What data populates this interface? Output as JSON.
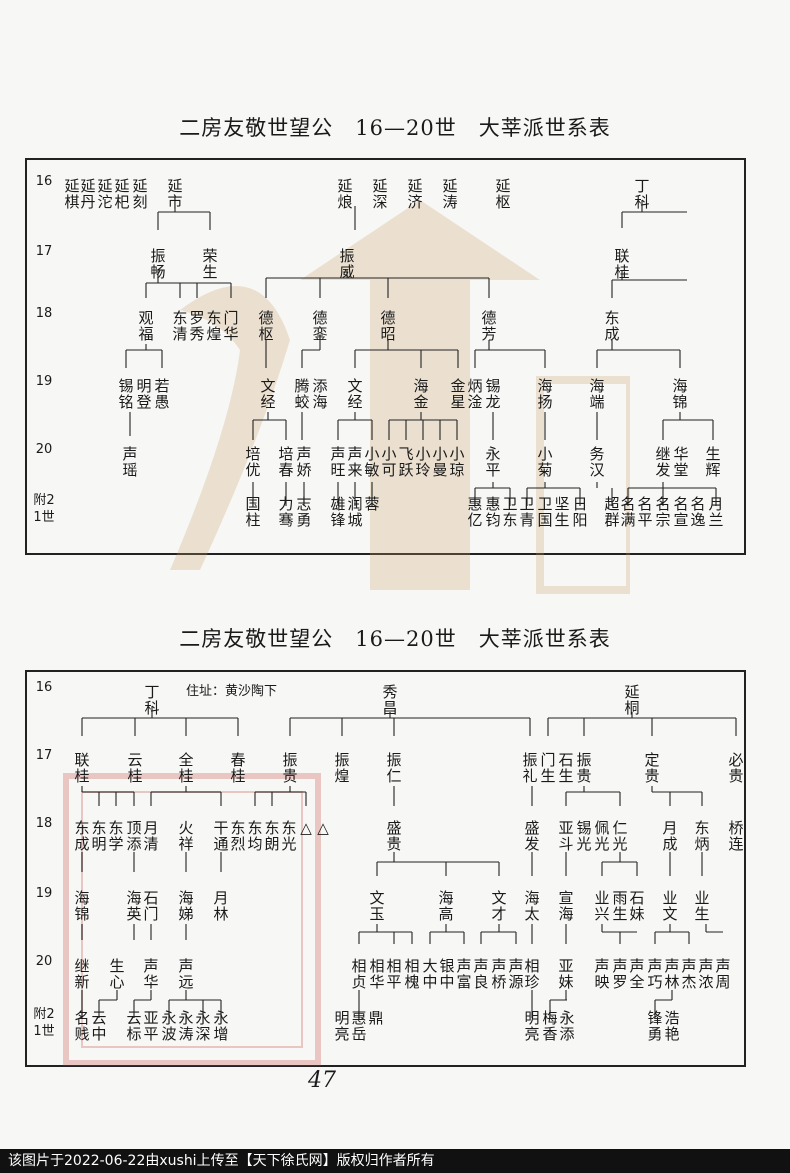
{
  "page": {
    "title_top": "二房友敬世望公　16—20世　大莘派世系表",
    "title_bottom": "二房友敬世望公　16—20世　大莘派世系表",
    "page_number": "47",
    "footer": "该图片于2022-06-22由xushi上传至【天下徐氏网】版权归作者所有",
    "watermark_text": "天下徐氏"
  },
  "table1": {
    "generations": [
      "16",
      "17",
      "18",
      "19",
      "20",
      "附21世"
    ],
    "names": [
      "延棋",
      "延丹",
      "延沱",
      "延𣏌",
      "延刻",
      "延市",
      "延烺",
      "延深",
      "延济",
      "延涛",
      "延枢",
      "丁科",
      "振畅",
      "荣生",
      "振威",
      "联桂",
      "观福",
      "东清",
      "罗秀",
      "东煌",
      "门华",
      "德枢",
      "德銮",
      "德昭",
      "德芳",
      "东成",
      "锡铭",
      "明登",
      "若愚",
      "文经",
      "腾蛟",
      "添海",
      "文经",
      "海金",
      "金星",
      "炳淦",
      "锡龙",
      "海扬",
      "海端",
      "海锦",
      "声瑶",
      "培优",
      "培春",
      "声娇",
      "声旺",
      "声来",
      "小敏",
      "小可",
      "飞跃",
      "小玲",
      "小曼",
      "小琼",
      "永平",
      "小菊",
      "务汉",
      "继发",
      "华堂",
      "生辉",
      "国柱",
      "力骞",
      "志勇",
      "雄锋",
      "润城",
      "蓉",
      "惠亿",
      "惠钧",
      "卫东",
      "卫青",
      "卫国",
      "坚生",
      "日阳",
      "超群",
      "名满",
      "名平",
      "名宗",
      "名宣",
      "名逸",
      "月兰"
    ]
  },
  "table2": {
    "generations": [
      "16",
      "17",
      "18",
      "19",
      "20",
      "附21世"
    ],
    "address": "住址：黄沙陶下",
    "names": [
      "丁科",
      "秀昌",
      "延桐",
      "联桂",
      "云桂",
      "全桂",
      "春桂",
      "振贵",
      "振煌",
      "振仁",
      "振礼",
      "门生",
      "石生",
      "振贵",
      "定贵",
      "必贵",
      "东成",
      "东明",
      "东学",
      "顶添",
      "月清",
      "火祥",
      "干通",
      "东烈",
      "东均",
      "东朗",
      "东光",
      "△",
      "△",
      "盛贵",
      "盛发",
      "亚斗",
      "锡光",
      "佩光",
      "仁光",
      "月成",
      "东炳",
      "桥连",
      "海锦",
      "海英",
      "石门",
      "海娣",
      "月林",
      "文玉",
      "海高",
      "文才",
      "海太",
      "宣海",
      "业兴",
      "雨生",
      "石妹",
      "业文",
      "业生",
      "继新",
      "生心",
      "声华",
      "声远",
      "相贞",
      "相华",
      "相平",
      "相槐",
      "大中",
      "银中",
      "声富",
      "声良",
      "声桥",
      "声源",
      "相珍",
      "亚妹",
      "声映",
      "声罗",
      "声全",
      "声巧",
      "声林",
      "声杰",
      "声浓",
      "声周",
      "名贱",
      "云中",
      "云标",
      "亚平",
      "永波",
      "永涛",
      "永深",
      "永增",
      "明亮",
      "惠岳",
      "鼎",
      "明亮",
      "梅香",
      "永添",
      "锋勇",
      "浩艳"
    ]
  },
  "colors": {
    "ink": "#1a1a1a",
    "paper": "#f7f7f5",
    "watermark_gold": "#c9a066",
    "watermark_red": "#c0392b"
  }
}
